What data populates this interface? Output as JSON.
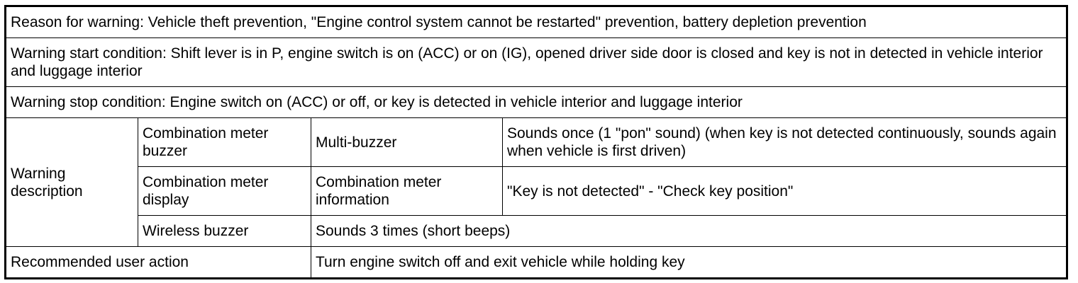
{
  "table": {
    "reason_for_warning": "Reason for warning: Vehicle theft prevention, \"Engine control system cannot be restarted\" prevention, battery depletion prevention",
    "warning_start_condition": "Warning start condition: Shift lever is in P, engine switch is on (ACC) or on (IG), opened driver side door is closed and key is not in detected in vehicle interior and luggage interior",
    "warning_stop_condition": "Warning stop condition: Engine switch on (ACC) or off, or key is detected in vehicle interior and luggage interior",
    "warning_description": {
      "label": "Warning description",
      "rows": [
        {
          "device": "Combination meter buzzer",
          "type": "Multi-buzzer",
          "detail": "Sounds once (1 \"pon\" sound) (when key is not detected continuously, sounds again when vehicle is first driven)"
        },
        {
          "device": "Combination meter display",
          "type": "Combination meter information",
          "detail": "\"Key is not detected\" - \"Check key position\""
        },
        {
          "device": "Wireless buzzer",
          "detail": "Sounds 3 times (short beeps)"
        }
      ]
    },
    "recommended_user_action": {
      "label": "Recommended user action",
      "value": "Turn engine switch off and exit vehicle while holding key"
    }
  }
}
